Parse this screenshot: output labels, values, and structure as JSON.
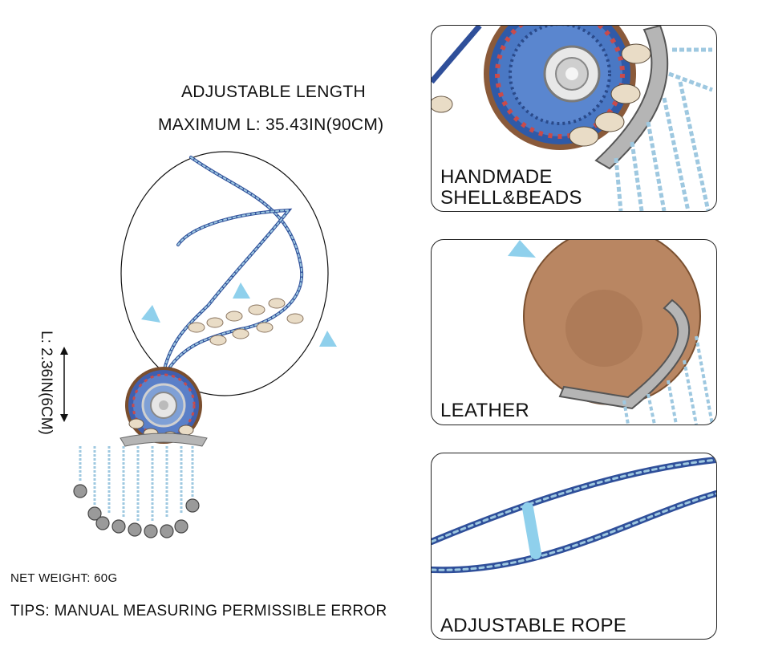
{
  "caption": {
    "adjustable_length": "ADJUSTABLE LENGTH",
    "maximum_length": "MAXIMUM L: 35.43IN(90CM)",
    "pendant_length": "L: 2.36IN(6CM)",
    "net_weight": "NET WEIGHT: 60G",
    "tips": "TIPS: MANUAL MEASURING PERMISSIBLE ERROR"
  },
  "panels": [
    {
      "label_line1": "HANDMADE",
      "label_line2": "SHELL&BEADS"
    },
    {
      "label_line1": "LEATHER"
    },
    {
      "label_line1": "ADJUSTABLE ROPE"
    }
  ],
  "colors": {
    "rope_blue": "#2f4f9a",
    "rope_light": "#9ec8e0",
    "tassel": "#8fd0ec",
    "leather": "#b98662",
    "silver": "#9a9a9a",
    "shell": "#e9dcc6"
  }
}
